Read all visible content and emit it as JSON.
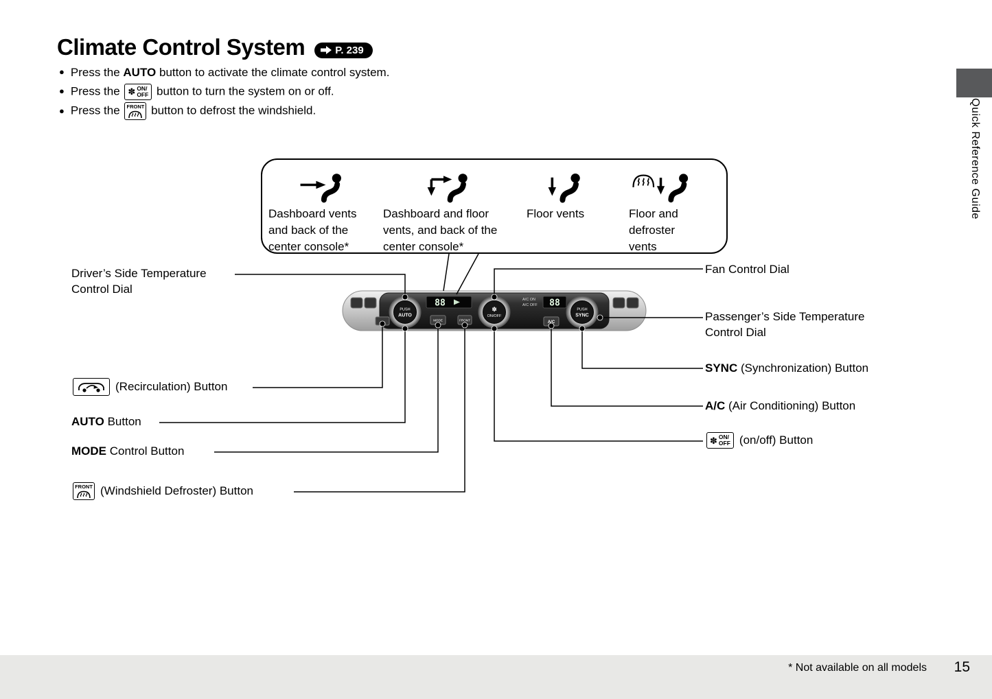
{
  "header": {
    "title": "Climate Control System",
    "page_ref": "P. 239"
  },
  "bullets": {
    "marker": "●",
    "b1_pre": "Press the ",
    "b1_bold": "AUTO",
    "b1_post": " button to activate the climate control system.",
    "b2_pre": "Press the ",
    "b2_post": " button to turn the system on or off.",
    "b3_pre": "Press the ",
    "b3_post": " button to defrost the windshield."
  },
  "icon_labels": {
    "fan_glyph": "✽",
    "on": "ON/",
    "off": "OFF",
    "front": "FRONT"
  },
  "vent_modes": [
    {
      "label": "Dashboard vents and back of the center console*"
    },
    {
      "label": "Dashboard and floor vents, and back of the center console*"
    },
    {
      "label": "Floor vents"
    },
    {
      "label": "Floor and defroster vents"
    }
  ],
  "callouts_left": {
    "driver_temp": "Driver’s Side Temperature Control Dial",
    "recirc": "(Recirculation) Button",
    "auto_bold": "AUTO",
    "auto_rest": " Button",
    "mode_bold": "MODE",
    "mode_rest": " Control Button",
    "defrost": "(Windshield Defroster) Button"
  },
  "callouts_right": {
    "fan_dial": "Fan Control Dial",
    "passenger_temp": "Passenger’s Side Temperature Control Dial",
    "sync_bold": "SYNC",
    "sync_rest": " (Synchronization) Button",
    "ac_bold": "A/C",
    "ac_rest": " (Air Conditioning) Button",
    "onoff_rest": "(on/off) Button"
  },
  "panel": {
    "left_dial_top": "PUSH",
    "left_dial_bottom": "AUTO",
    "center_dial_label": "ON/OFF",
    "right_dial_top": "PUSH",
    "right_dial_bottom": "SYNC",
    "display_left": "88",
    "display_right": "88",
    "ac_on": "A/C ON",
    "ac_off": "A/C OFF",
    "ac_button": "A/C",
    "mode_button": "MODE",
    "front_button": "FRONT"
  },
  "sidebar": {
    "label": "Quick Reference Guide"
  },
  "footer": {
    "note": "* Not available on all models",
    "page_number": "15"
  }
}
